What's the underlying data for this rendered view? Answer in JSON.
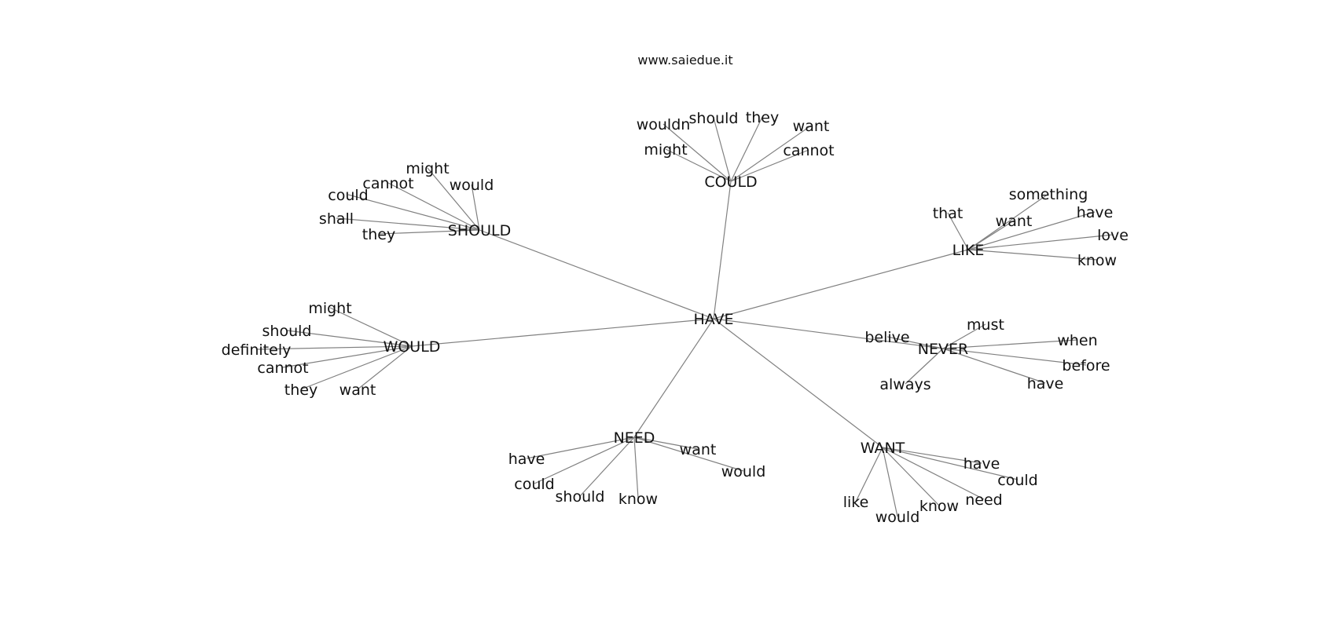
{
  "title": "www.saiedue.it",
  "center": "HAVE",
  "hubs": [
    {
      "id": "SHOULD",
      "label": "SHOULD",
      "leaves": [
        "might",
        "would",
        "cannot",
        "could",
        "shall",
        "they"
      ]
    },
    {
      "id": "COULD",
      "label": "COULD",
      "leaves": [
        "wouldn",
        "should",
        "they",
        "want",
        "might",
        "cannot"
      ]
    },
    {
      "id": "LIKE",
      "label": "LIKE",
      "leaves": [
        "something",
        "that",
        "want",
        "have",
        "love",
        "know"
      ]
    },
    {
      "id": "WOULD",
      "label": "WOULD",
      "leaves": [
        "might",
        "should",
        "definitely",
        "cannot",
        "they",
        "want"
      ]
    },
    {
      "id": "NEVER",
      "label": "NEVER",
      "leaves": [
        "must",
        "belive",
        "when",
        "before",
        "always",
        "have"
      ]
    },
    {
      "id": "NEED",
      "label": "NEED",
      "leaves": [
        "have",
        "want",
        "would",
        "could",
        "should",
        "know"
      ]
    },
    {
      "id": "WANT",
      "label": "WANT",
      "leaves": [
        "have",
        "could",
        "need",
        "like",
        "would",
        "know"
      ]
    }
  ]
}
